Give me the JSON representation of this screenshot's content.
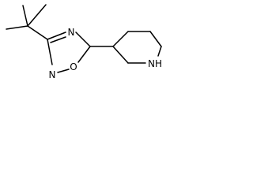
{
  "molecule": {
    "atoms": {
      "n4": "N",
      "n2": "N",
      "o1": "O",
      "nh": "NH"
    }
  }
}
